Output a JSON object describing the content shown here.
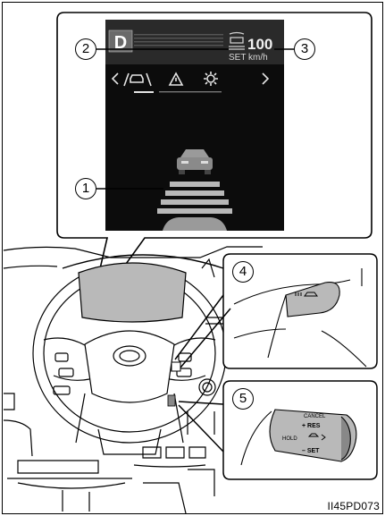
{
  "display": {
    "gear": "D",
    "speed_value": "100",
    "speed_label": "SET km/h"
  },
  "callouts": {
    "c1": "1",
    "c2": "2",
    "c3": "3",
    "c4": "4",
    "c5": "5"
  },
  "switch": {
    "cancel": "CANCEL",
    "res": "+ RES",
    "hold": "HOLD",
    "set": "– SET"
  },
  "figure_id": "II45PD073",
  "colors": {
    "screen": "#0c0c0c",
    "panel_gray": "#b9b9b9",
    "line": "#000000"
  }
}
